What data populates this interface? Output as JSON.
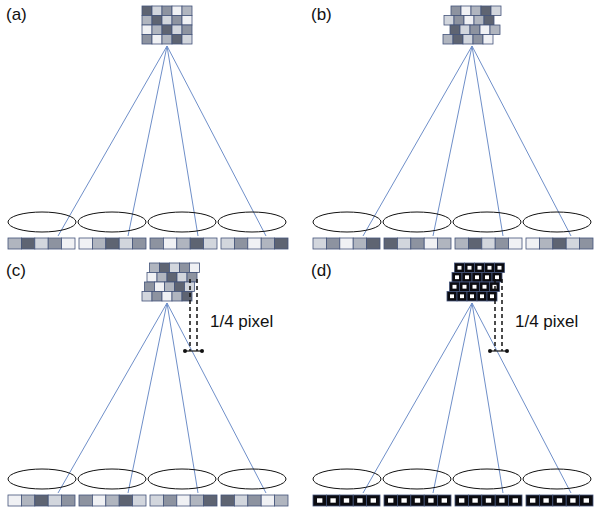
{
  "diagram": {
    "labels": [
      "(a)",
      "(b)",
      "(c)",
      "(d)",
      "1/4 pixel",
      "1/4 pixel"
    ]
  }
}
